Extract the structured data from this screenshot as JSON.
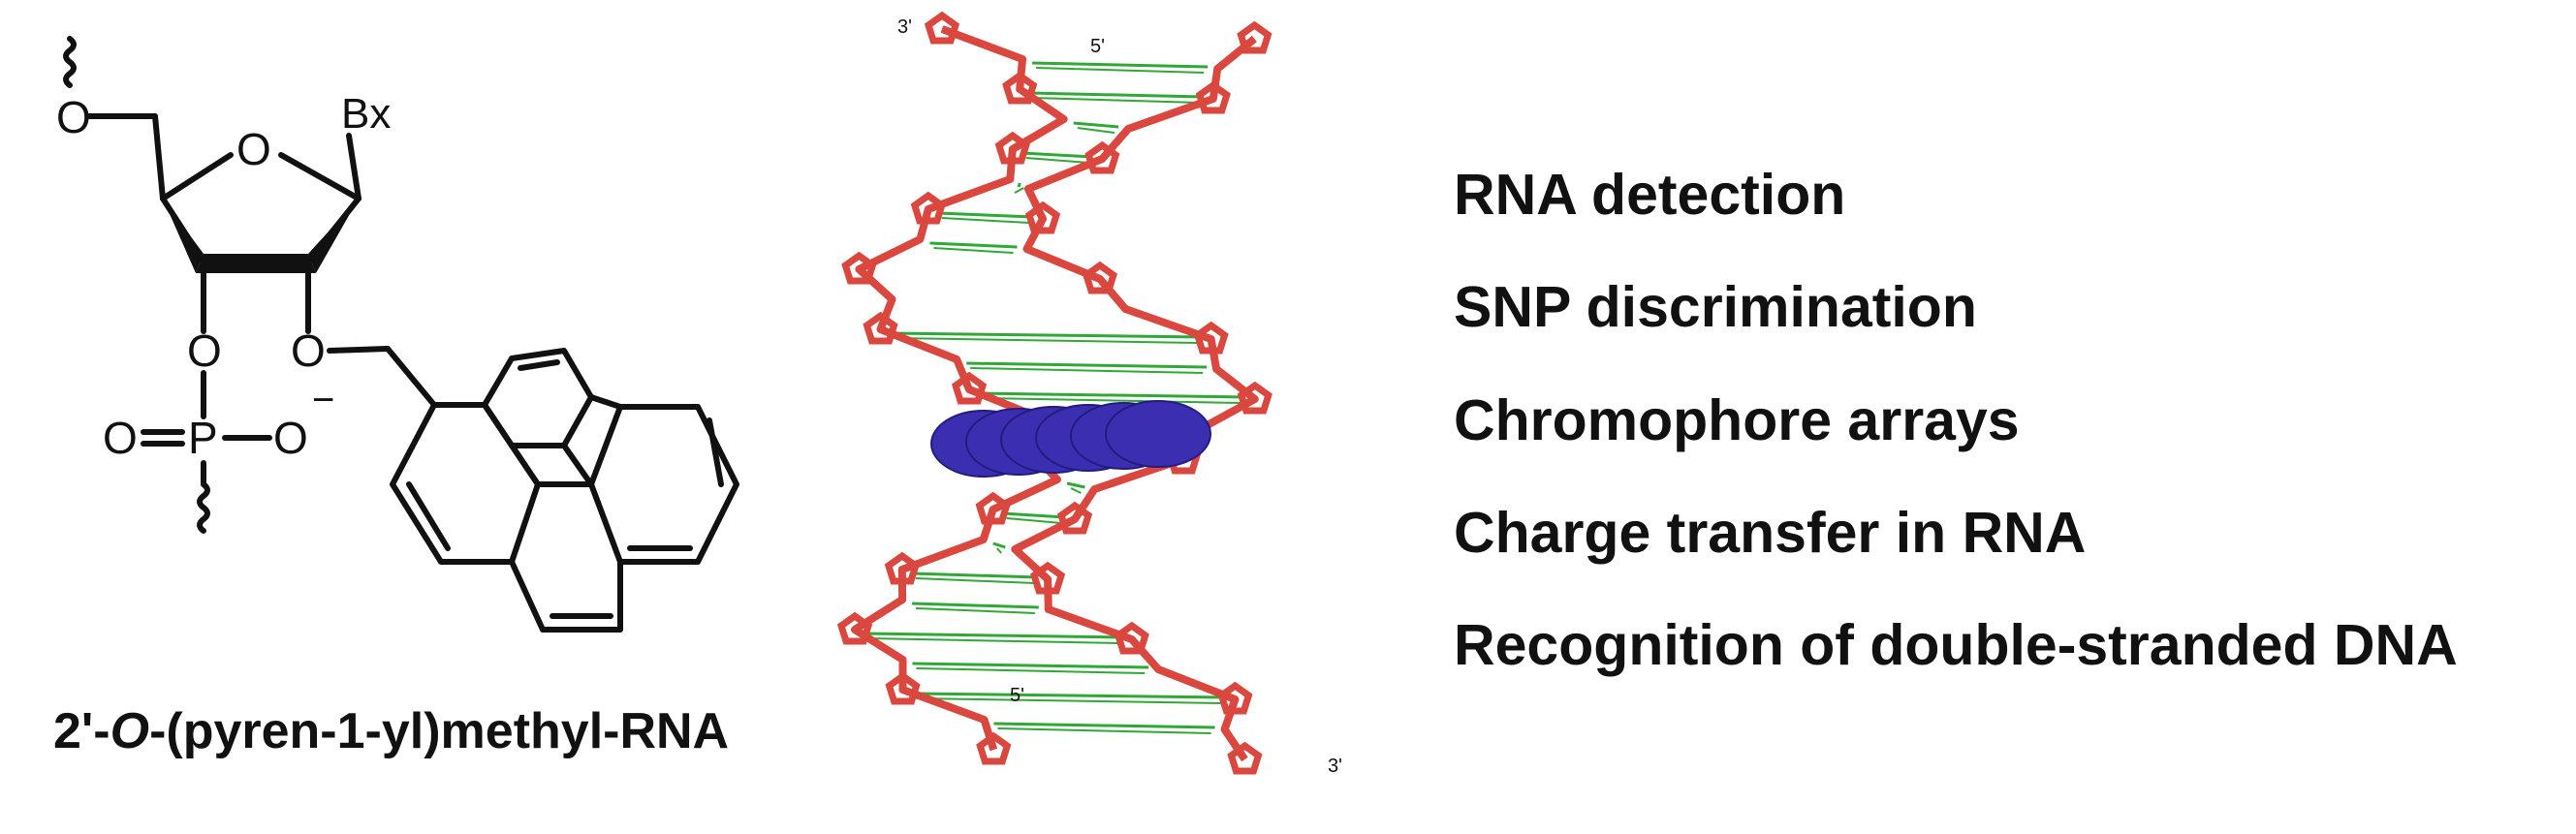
{
  "structure": {
    "labels": {
      "o_top": "O",
      "o_ring": "O",
      "base": "Bx",
      "o_3prime": "O",
      "o_2prime": "O",
      "o_double": "O",
      "phosphorus": "P",
      "o_minus": "O",
      "charge": "−"
    },
    "caption": {
      "prefix": "2'-",
      "italic": "O",
      "suffix": "-(pyren-1-yl)methyl-RNA"
    }
  },
  "duplex": {
    "end_labels": {
      "top_left": "3'",
      "top_right": "5'",
      "bottom_left": "5'",
      "bottom_right": "3'"
    },
    "colors": {
      "backbone": "#d9473f",
      "bases": "#2fa836",
      "pyrene": "#3a2fb0"
    }
  },
  "applications": [
    "RNA detection",
    "SNP discrimination",
    "Chromophore arrays",
    "Charge transfer in RNA",
    "Recognition of double-stranded DNA"
  ]
}
